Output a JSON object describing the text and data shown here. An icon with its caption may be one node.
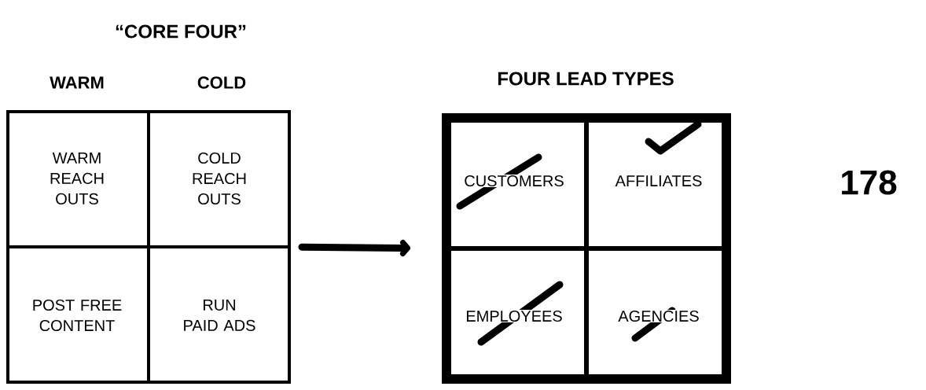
{
  "diagram": {
    "nodes": [
      {
        "text": [
          "“CORE FOUR”"
        ]
      },
      {
        "text": [
          "WARM REACH OUTS"
        ],
        "in": 0
      },
      {
        "text": [
          "COLD REACH OUTS"
        ],
        "in": 0
      },
      {
        "text": [
          "POST FREE CONTENT"
        ],
        "in": 0
      },
      {
        "text": [
          "RUN PAID ADS"
        ],
        "in": 0
      },
      {
        "text": [
          "FOUR LEAD TYPES"
        ]
      },
      {
        "text": [
          "CUSTOMERS"
        ],
        "in": 5
      },
      {
        "text": [
          "AFFILIATES"
        ],
        "in": 5
      },
      {
        "text": [
          "EMPLOYEES"
        ],
        "in": 5
      },
      {
        "text": [
          "AGENCIES"
        ],
        "in": 5
      }
    ],
    "edges": [
      {
        "from": 0,
        "to": 5,
        "arrow": "to"
      }
    ],
    "labels": [
      "WARM",
      "COLD",
      "178"
    ]
  }
}
